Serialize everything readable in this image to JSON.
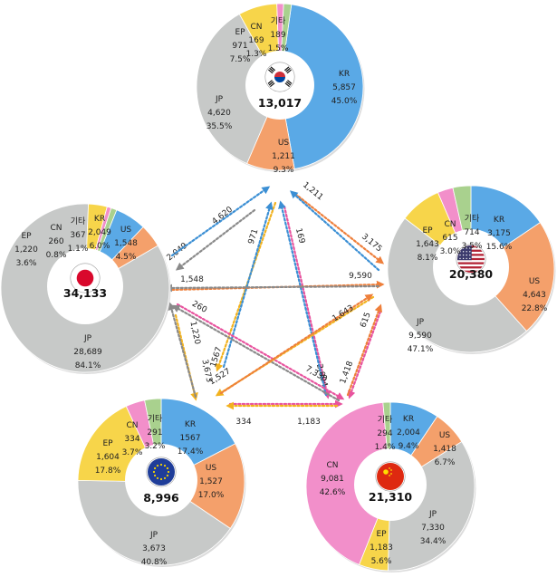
{
  "colors": {
    "KR": "#5aa9e6",
    "US": "#f4a06b",
    "JP": "#c7c9c8",
    "EP": "#f7d54a",
    "CN": "#f28fca",
    "other": "#a9d18e",
    "flow_KR": "#3b8fd4",
    "flow_US": "#ee7f3b",
    "flow_JP": "#8a8a8a",
    "flow_EP": "#f2b21e",
    "flow_CN": "#e8539e"
  },
  "chart_data": {
    "type": "pie",
    "charts": [
      {
        "office": "KR",
        "flag": "korea-flag-icon",
        "total": "13,017",
        "slices": [
          {
            "key": "KR",
            "name": "KR",
            "value": "5,857",
            "pct": "45.0%",
            "share": 45.0
          },
          {
            "key": "US",
            "name": "US",
            "value": "1,211",
            "pct": "9.3%",
            "share": 9.3
          },
          {
            "key": "JP",
            "name": "JP",
            "value": "4,620",
            "pct": "35.5%",
            "share": 35.5
          },
          {
            "key": "EP",
            "name": "EP",
            "value": "971",
            "pct": "7.5%",
            "share": 7.5
          },
          {
            "key": "CN",
            "name": "CN",
            "value": "169",
            "pct": "1.3%",
            "share": 1.3
          },
          {
            "key": "other",
            "name": "기타",
            "value": "189",
            "pct": "1.5%",
            "share": 1.5
          }
        ]
      },
      {
        "office": "JP",
        "flag": "japan-flag-icon",
        "total": "34,133",
        "slices": [
          {
            "key": "KR",
            "name": "KR",
            "value": "2,049",
            "pct": "6.0%",
            "share": 6.0
          },
          {
            "key": "US",
            "name": "US",
            "value": "1,548",
            "pct": "4.5%",
            "share": 4.5
          },
          {
            "key": "JP",
            "name": "JP",
            "value": "28,689",
            "pct": "84.1%",
            "share": 84.1
          },
          {
            "key": "EP",
            "name": "EP",
            "value": "1,220",
            "pct": "3.6%",
            "share": 3.6
          },
          {
            "key": "CN",
            "name": "CN",
            "value": "260",
            "pct": "0.8%",
            "share": 0.8
          },
          {
            "key": "other",
            "name": "기타",
            "value": "367",
            "pct": "1.1%",
            "share": 1.1
          }
        ]
      },
      {
        "office": "US",
        "flag": "usa-flag-icon",
        "total": "20,380",
        "slices": [
          {
            "key": "KR",
            "name": "KR",
            "value": "3,175",
            "pct": "15.6%",
            "share": 15.6
          },
          {
            "key": "US",
            "name": "US",
            "value": "4,643",
            "pct": "22.8%",
            "share": 22.8
          },
          {
            "key": "JP",
            "name": "JP",
            "value": "9,590",
            "pct": "47.1%",
            "share": 47.1
          },
          {
            "key": "EP",
            "name": "EP",
            "value": "1,643",
            "pct": "8.1%",
            "share": 8.1
          },
          {
            "key": "CN",
            "name": "CN",
            "value": "615",
            "pct": "3.0%",
            "share": 3.0
          },
          {
            "key": "other",
            "name": "기타",
            "value": "714",
            "pct": "3.5%",
            "share": 3.5
          }
        ]
      },
      {
        "office": "EP",
        "flag": "eu-flag-icon",
        "total": "8,996",
        "slices": [
          {
            "key": "KR",
            "name": "KR",
            "value": "1567",
            "pct": "17.4%",
            "share": 17.4
          },
          {
            "key": "US",
            "name": "US",
            "value": "1,527",
            "pct": "17.0%",
            "share": 17.0
          },
          {
            "key": "JP",
            "name": "JP",
            "value": "3,673",
            "pct": "40.8%",
            "share": 40.8
          },
          {
            "key": "EP",
            "name": "EP",
            "value": "1,604",
            "pct": "17.8%",
            "share": 17.8
          },
          {
            "key": "CN",
            "name": "CN",
            "value": "334",
            "pct": "3.7%",
            "share": 3.7
          },
          {
            "key": "other",
            "name": "기타",
            "value": "291",
            "pct": "3.2%",
            "share": 3.2
          }
        ]
      },
      {
        "office": "CN",
        "flag": "china-flag-icon",
        "total": "21,310",
        "slices": [
          {
            "key": "KR",
            "name": "KR",
            "value": "2,004",
            "pct": "9.4%",
            "share": 9.4
          },
          {
            "key": "US",
            "name": "US",
            "value": "1,418",
            "pct": "6.7%",
            "share": 6.7
          },
          {
            "key": "JP",
            "name": "JP",
            "value": "7,330",
            "pct": "34.4%",
            "share": 34.4
          },
          {
            "key": "EP",
            "name": "EP",
            "value": "1,183",
            "pct": "5.6%",
            "share": 5.6
          },
          {
            "key": "CN",
            "name": "CN",
            "value": "9,081",
            "pct": "42.6%",
            "share": 42.6
          },
          {
            "key": "other",
            "name": "기타",
            "value": "294",
            "pct": "1.4%",
            "share": 1.4
          }
        ]
      }
    ],
    "flows": [
      {
        "from": "KR",
        "to": "JP",
        "value": "2,049"
      },
      {
        "from": "JP",
        "to": "KR",
        "value": "4,620"
      },
      {
        "from": "KR",
        "to": "US",
        "value": "3,175"
      },
      {
        "from": "US",
        "to": "KR",
        "value": "1,211"
      },
      {
        "from": "KR",
        "to": "EP",
        "value": "1567"
      },
      {
        "from": "EP",
        "to": "KR",
        "value": "971"
      },
      {
        "from": "KR",
        "to": "CN",
        "value": "2,004"
      },
      {
        "from": "CN",
        "to": "KR",
        "value": "169"
      },
      {
        "from": "JP",
        "to": "US",
        "value": "9,590"
      },
      {
        "from": "US",
        "to": "JP",
        "value": "1,548"
      },
      {
        "from": "JP",
        "to": "EP",
        "value": "3,673"
      },
      {
        "from": "EP",
        "to": "JP",
        "value": "1,220"
      },
      {
        "from": "JP",
        "to": "CN",
        "value": "7,330"
      },
      {
        "from": "CN",
        "to": "JP",
        "value": "260"
      },
      {
        "from": "US",
        "to": "EP",
        "value": "1,527"
      },
      {
        "from": "EP",
        "to": "US",
        "value": "1,643"
      },
      {
        "from": "US",
        "to": "CN",
        "value": "1,418"
      },
      {
        "from": "CN",
        "to": "US",
        "value": "615"
      },
      {
        "from": "EP",
        "to": "CN",
        "value": "1,183"
      },
      {
        "from": "CN",
        "to": "EP",
        "value": "334"
      }
    ]
  }
}
